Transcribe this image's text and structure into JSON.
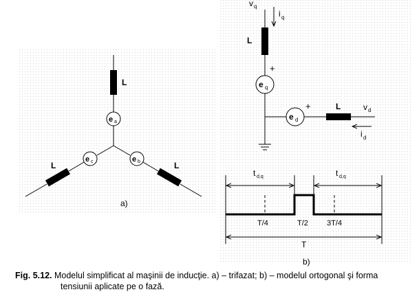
{
  "figure_a": {
    "inductor_label_top": "L",
    "inductor_label_left": "L",
    "inductor_label_right": "L",
    "source_a": {
      "main": "e",
      "sub": "a"
    },
    "source_b": {
      "main": "e",
      "sub": "b"
    },
    "source_c": {
      "main": "e",
      "sub": "c"
    },
    "panel_label": "a)"
  },
  "figure_b": {
    "vq": {
      "main": "v",
      "sub": "q"
    },
    "iq": {
      "main": "i",
      "sub": "q"
    },
    "inductor_label_q": "L",
    "plus_q": "+",
    "source_q": {
      "main": "e",
      "sub": "q"
    },
    "source_d": {
      "main": "e",
      "sub": "d"
    },
    "plus_d": "+",
    "inductor_label_d": "L",
    "vd": {
      "main": "v",
      "sub": "d"
    },
    "id": {
      "main": "i",
      "sub": "d"
    }
  },
  "waveform": {
    "t_left": {
      "main": "t",
      "sub": "d,q"
    },
    "t_right": {
      "main": "t",
      "sub": "d,q"
    },
    "tick_t4": "T/4",
    "tick_t2": "T/2",
    "tick_3t4": "3T/4",
    "period": "T",
    "panel_label": "b)"
  },
  "caption": {
    "fig_label": "Fig. 5.12.",
    "line1": " Modelul simplificat al maşinii de inducţie. a) – trifazat; b) – modelul ortogonal şi forma",
    "line2": "tensiunii aplicate pe o fază."
  }
}
